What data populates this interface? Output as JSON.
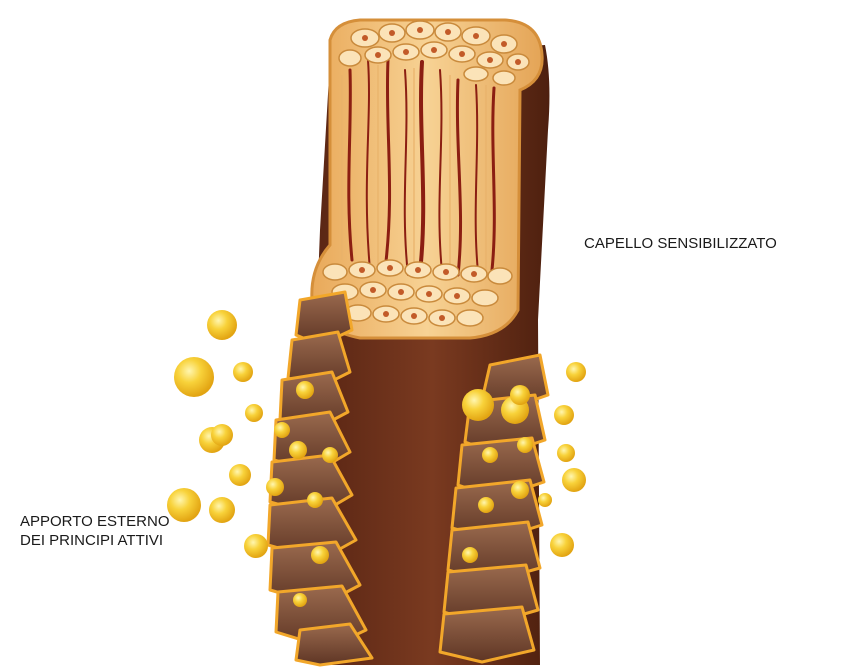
{
  "labels": {
    "sensitized_hair": "CAPELLO SENSIBILIZZATO",
    "external_supply_line1": "APPORTO ESTERNO",
    "external_supply_line2": "DEI PRINCIPI ATTIVI"
  },
  "colors": {
    "shaft": "#6b2f1a",
    "shaft_dark": "#4e200f",
    "cortex": "#f0b86a",
    "cortex_light": "#f7d294",
    "fiber_stripe": "#8b1e12",
    "cell_fill": "#fbe3b8",
    "cell_edge": "#c98a3c",
    "cuticle_fill": "#7a4a35",
    "cuticle_edge": "#f2a72a",
    "droplet": "#f6c21e",
    "droplet_highlight": "#fff3a8"
  }
}
